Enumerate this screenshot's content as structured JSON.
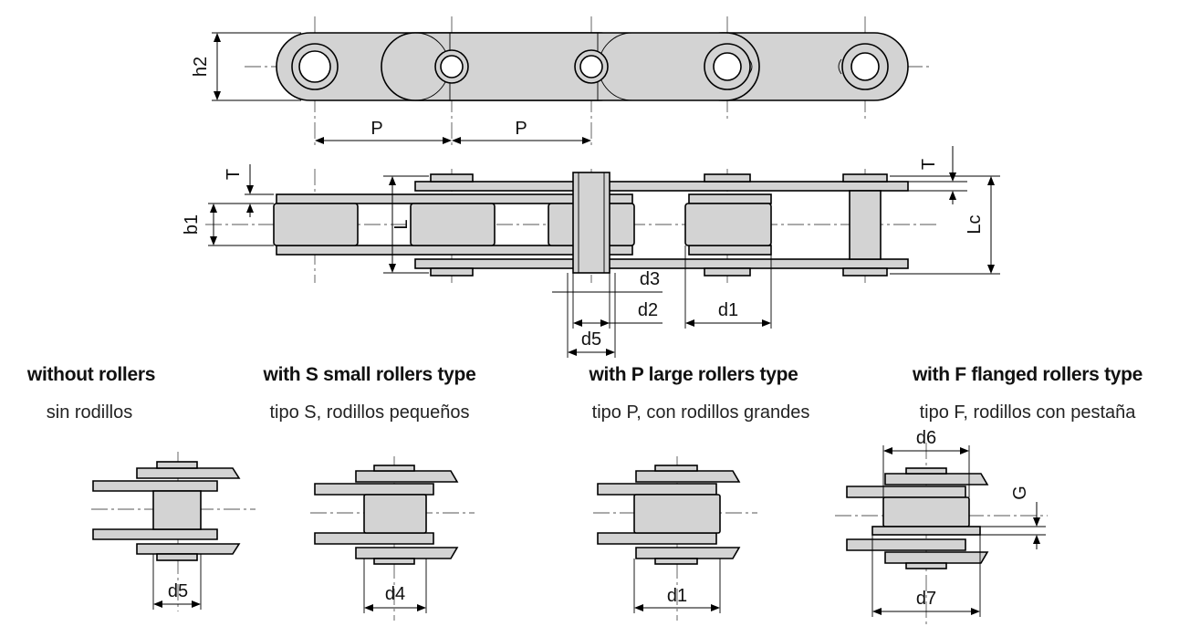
{
  "top_view": {
    "h2": "h2",
    "pitch_left": "P",
    "pitch_right": "P"
  },
  "side_view": {
    "T_left": "T",
    "T_right": "T",
    "b1": "b1",
    "L": "L",
    "Lc": "Lc",
    "d3": "d3",
    "d2": "d2",
    "d1": "d1",
    "d5": "d5"
  },
  "types": [
    {
      "title": "without rollers",
      "subtitle": "sin rodillos",
      "dim": "d5"
    },
    {
      "title": "with S small rollers type",
      "subtitle": "tipo S, rodillos pequeños",
      "dim": "d4"
    },
    {
      "title": "with P large rollers type",
      "subtitle": "tipo P, con rodillos grandes",
      "dim": "d1"
    },
    {
      "title": "with F flanged rollers type",
      "subtitle": "tipo F, rodillos con pestaña",
      "dim_top": "d6",
      "dim_bottom": "d7",
      "dim_side": "G"
    }
  ],
  "colors": {
    "part_fill": "#d3d3d3",
    "outline": "#000000"
  }
}
